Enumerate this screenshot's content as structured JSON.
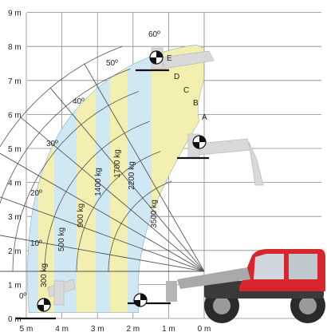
{
  "chart_data": {
    "type": "load_chart",
    "y_ticks": [
      "0 m",
      "1 m",
      "2 m",
      "3 m",
      "4 m",
      "5 m",
      "6 m",
      "7 m",
      "8 m",
      "9 m"
    ],
    "x_ticks": [
      "5 m",
      "4 m",
      "3 m",
      "2 m",
      "1 m",
      "0 m"
    ],
    "angle_labels": [
      "0º",
      "10º",
      "20º",
      "30º",
      "40º",
      "50º",
      "60º"
    ],
    "extension_labels": [
      "A",
      "B",
      "C",
      "D",
      "E"
    ],
    "load_labels": [
      "300 kg",
      "500 kg",
      "900 kg",
      "1400 kg",
      "1700 kg",
      "2200 kg",
      "3500 kg"
    ],
    "zone_colors": [
      "#cfe8f4",
      "#f3efb0"
    ]
  }
}
